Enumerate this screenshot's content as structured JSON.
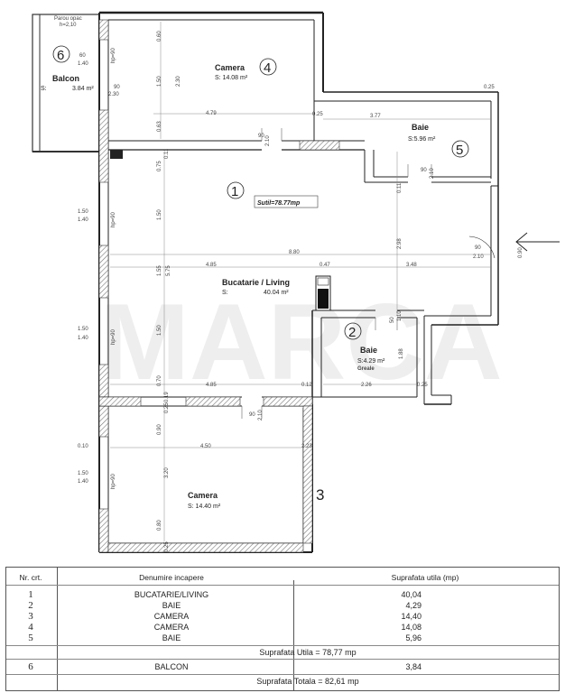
{
  "rooms": {
    "balcon": {
      "name": "Balcon",
      "area_label": "S:",
      "area": "3.84 m²",
      "number": "6",
      "note1": "Parou opac",
      "note2": "h=2,10"
    },
    "camera4": {
      "name": "Camera",
      "area": "S: 14.08 m²",
      "number": "4"
    },
    "baie5": {
      "name": "Baie",
      "area": "S:5.96 m²",
      "number": "5"
    },
    "living": {
      "name": "Bucatarie / Living",
      "area_label": "S:",
      "area": "40.04 m²",
      "number": "1",
      "sutil": "Sutil=78.77mp"
    },
    "baie2": {
      "name": "Baie",
      "area": "S:4.29 m²",
      "extra": "Greale",
      "number": "2"
    },
    "camera3": {
      "name": "Camera",
      "area": "S: 14.40 m²",
      "number": "3"
    }
  },
  "dims": {
    "d_060a": "60",
    "d_140a": "1.40",
    "d_hp90a": "hp=90",
    "d_060b": "0.60",
    "d_090a": "90",
    "d_230a": "2.30",
    "d_150a": "1.50",
    "d_230b": "2.30",
    "d_479": "4.79",
    "d_063": "0.63",
    "d_025a": "0.25",
    "d_025b": "0.25",
    "d_377": "3.77",
    "d_090b": "90",
    "d_210a": "2.10",
    "d_075": "0.75",
    "d_011": "0.11",
    "d_090c": "90",
    "d_210b": "2.10",
    "d_150b": "1.50",
    "d_140b": "1.40",
    "d_hp90b": "hp=90",
    "d_150c": "1.50",
    "d_880": "8.80",
    "d_298": "2.98",
    "d_090d": "90",
    "d_210c": "2.10",
    "d_090e": "0.90",
    "d_485a": "4.85",
    "d_047": "0.47",
    "d_348": "3.48",
    "d_155": "1.55",
    "d_575": "5.75",
    "d_150d": "1.50",
    "d_140c": "1.40",
    "d_hp90c": "hp=90",
    "d_150e": "1.50",
    "d_050": "50",
    "d_110": "1.10",
    "d_188": "1.88",
    "d_070": "0.70",
    "d_485b": "4.85",
    "d_012": "0.12",
    "d_226": "2.26",
    "d_025c": "0.25",
    "d_025d": "0.25",
    "d_090f": "90",
    "d_210d": "2.10",
    "d_010": "0.10",
    "d_090g": "0.90",
    "d_450": "4.50",
    "d_223": "2.23",
    "d_150f": "1.50",
    "d_140d": "1.40",
    "d_hp90d": "hp=90",
    "d_320": "3.20",
    "d_080": "0.80",
    "d_025e": "0.25",
    "d_019": "0.19"
  },
  "watermark": "MARCA",
  "table": {
    "headers": {
      "nr": "Nr. crt.",
      "name": "Denumire incapere",
      "area": "Suprafata utila (mp)"
    },
    "rows": [
      {
        "nr": "1",
        "name": "BUCATARIE/LIVING",
        "area": "40,04"
      },
      {
        "nr": "2",
        "name": "BAIE",
        "area": "4,29"
      },
      {
        "nr": "3",
        "name": "CAMERA",
        "area": "14,40"
      },
      {
        "nr": "4",
        "name": "CAMERA",
        "area": "14,08"
      },
      {
        "nr": "5",
        "name": "BAIE",
        "area": "5,96"
      }
    ],
    "sum_util": "Suprafata Utila = 78,77 mp",
    "balcon_row": {
      "nr": "6",
      "name": "BALCON",
      "area": "3,84"
    },
    "sum_total": "Suprafata Totala = 82,61 mp"
  }
}
